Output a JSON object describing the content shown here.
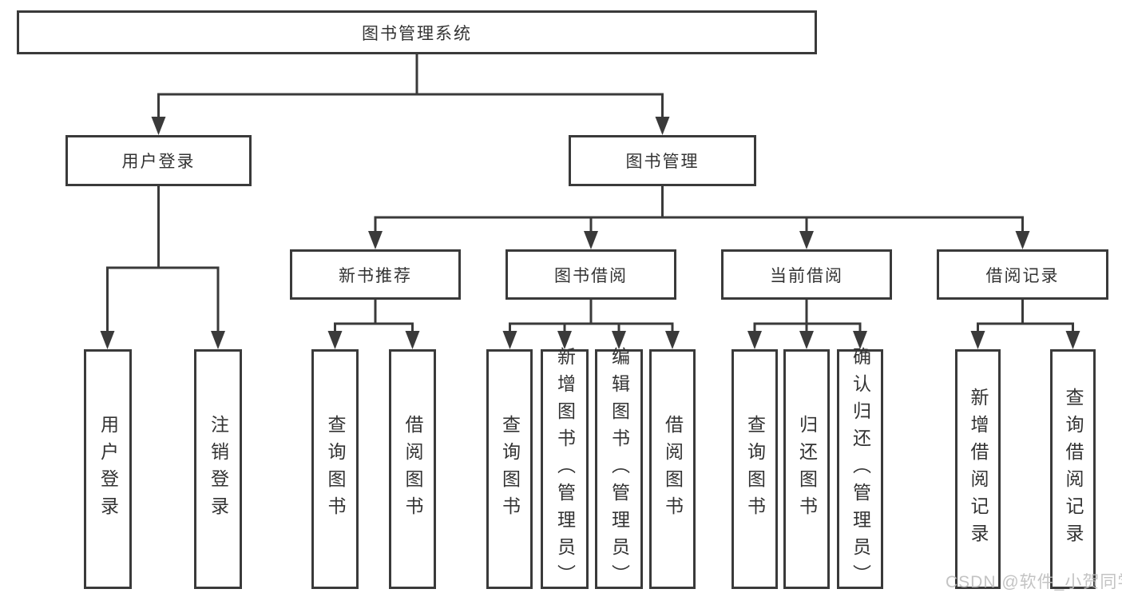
{
  "diagram": {
    "root": {
      "label": "图书管理系统"
    },
    "level2": [
      {
        "label": "用户登录"
      },
      {
        "label": "图书管理"
      }
    ],
    "level3": [
      {
        "label": "新书推荐"
      },
      {
        "label": "图书借阅"
      },
      {
        "label": "当前借阅"
      },
      {
        "label": "借阅记录"
      }
    ],
    "leaves": {
      "user_login": [
        {
          "label": "用户登录"
        },
        {
          "label": "注销登录"
        }
      ],
      "new_book_recommend": [
        {
          "label": "查询图书"
        },
        {
          "label": "借阅图书"
        }
      ],
      "book_borrow": [
        {
          "label": "查询图书"
        },
        {
          "label": "新增图书（管理员）"
        },
        {
          "label": "编辑图书（管理员）"
        },
        {
          "label": "借阅图书"
        }
      ],
      "current_borrow": [
        {
          "label": "查询图书"
        },
        {
          "label": "归还图书"
        },
        {
          "label": "确认归还（管理员）"
        }
      ],
      "borrow_records": [
        {
          "label": "新增借阅记录"
        },
        {
          "label": "查询借阅记录"
        }
      ]
    }
  },
  "watermark": {
    "text": "CSDN @软件_小贺同学"
  },
  "colors": {
    "line": "#3a3a3a",
    "text": "#333333",
    "watermark": "#bdbdbd",
    "background": "#ffffff"
  }
}
